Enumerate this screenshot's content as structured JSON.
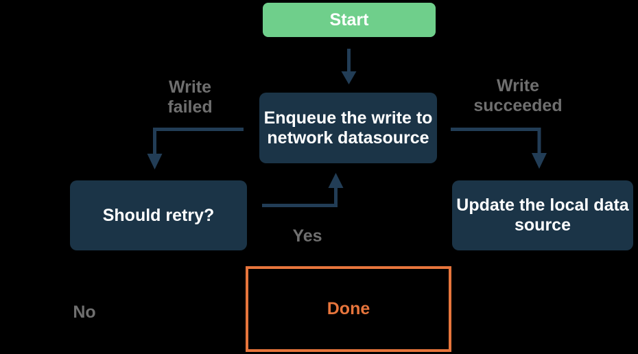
{
  "diagram": {
    "type": "flowchart",
    "nodes": {
      "start": {
        "label": "Start",
        "kind": "start"
      },
      "enqueue": {
        "label": "Enqueue the write to\nnetwork datasource",
        "kind": "process"
      },
      "should_retry": {
        "label": "Should retry?",
        "kind": "decision"
      },
      "update_local": {
        "label": "Update the local data\nsource",
        "kind": "process"
      },
      "done": {
        "label": "Done",
        "kind": "terminal"
      }
    },
    "edge_labels": {
      "write_failed": "Write\nfailed",
      "write_succeeded": "Write\nsucceeded",
      "yes": "Yes",
      "no": "No"
    },
    "edges": [
      {
        "from": "start",
        "to": "enqueue",
        "label": ""
      },
      {
        "from": "enqueue",
        "to": "should_retry",
        "label": "Write failed"
      },
      {
        "from": "enqueue",
        "to": "update_local",
        "label": "Write succeeded"
      },
      {
        "from": "should_retry",
        "to": "enqueue",
        "label": "Yes"
      }
    ],
    "colors": {
      "background": "#000000",
      "node_fill": "#1b3447",
      "connector": "#223d56",
      "start_fill": "#6fcf8b",
      "done_accent": "#e7753c",
      "edge_label_text": "#6f6f6f",
      "node_text": "#ffffff"
    }
  }
}
